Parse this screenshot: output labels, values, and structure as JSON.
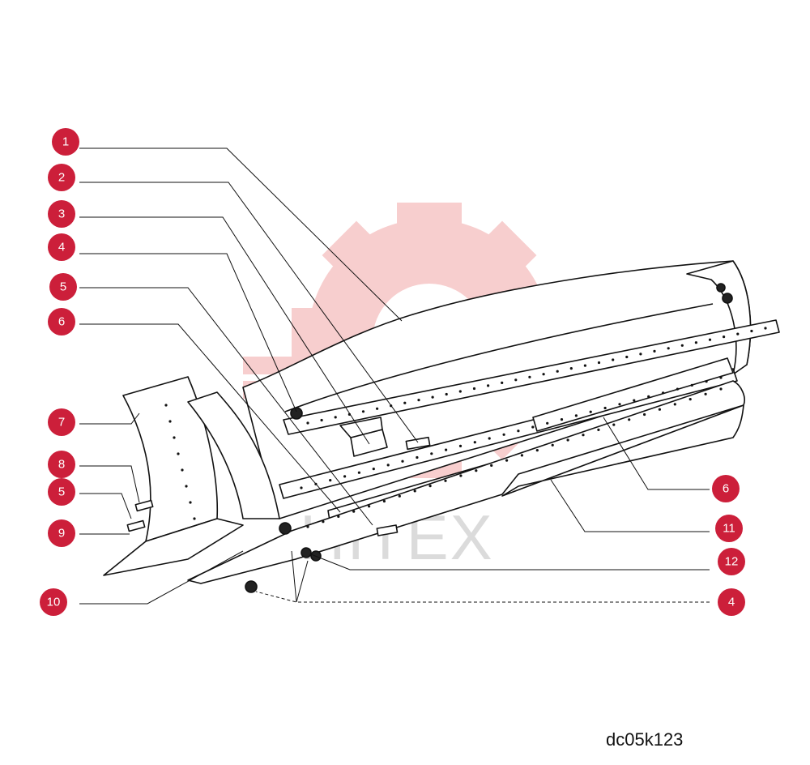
{
  "drawing_code": "dc05k123",
  "watermark": {
    "text": "HITEX"
  },
  "colors": {
    "callout_fill": "#cc1f3a",
    "callout_text": "#ffffff",
    "line": "#111111",
    "watermark_gear": "#f7c9c9",
    "watermark_text": "#d8d8d8"
  },
  "callouts": [
    {
      "id": "c1",
      "label": "1"
    },
    {
      "id": "c2",
      "label": "2"
    },
    {
      "id": "c3",
      "label": "3"
    },
    {
      "id": "c4a",
      "label": "4"
    },
    {
      "id": "c5a",
      "label": "5"
    },
    {
      "id": "c6a",
      "label": "6"
    },
    {
      "id": "c7",
      "label": "7"
    },
    {
      "id": "c8",
      "label": "8"
    },
    {
      "id": "c5b",
      "label": "5"
    },
    {
      "id": "c9",
      "label": "9"
    },
    {
      "id": "c10",
      "label": "10"
    },
    {
      "id": "c6b",
      "label": "6"
    },
    {
      "id": "c11",
      "label": "11"
    },
    {
      "id": "c12",
      "label": "12"
    },
    {
      "id": "c4b",
      "label": "4"
    }
  ]
}
